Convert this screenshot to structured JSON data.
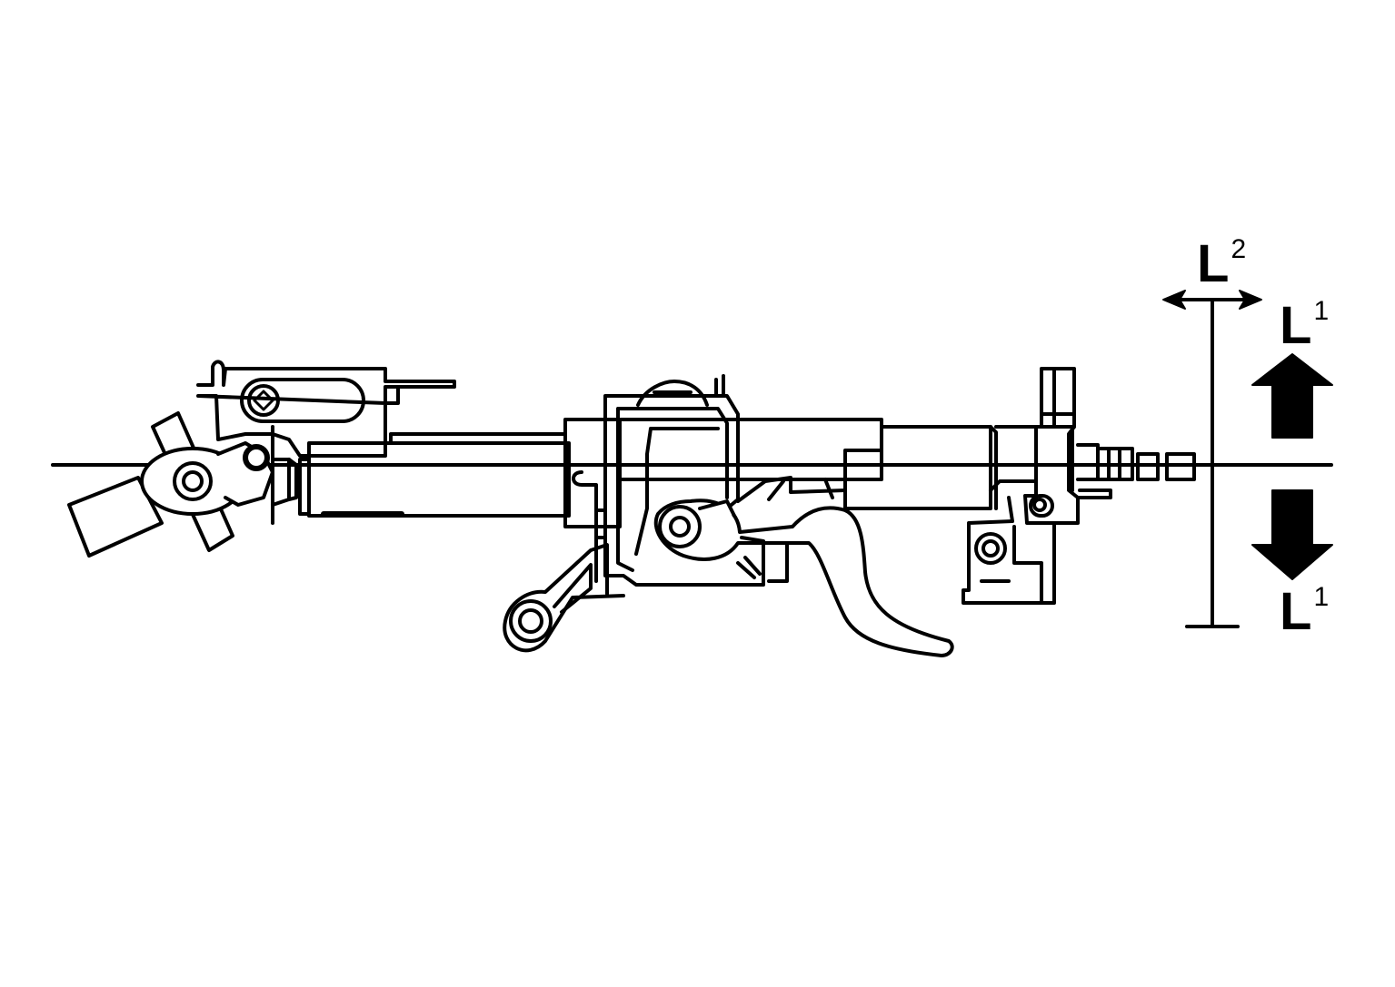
{
  "labels": {
    "l2": {
      "main": "L",
      "sup": "2"
    },
    "l1_top": {
      "main": "L",
      "sup": "1"
    },
    "l1_bottom": {
      "main": "L",
      "sup": "1"
    }
  },
  "colors": {
    "line": "#000000",
    "background": "#ffffff"
  },
  "icons": {
    "up_arrow": "up-arrow-icon",
    "down_arrow": "down-arrow-icon",
    "horizontal_double_arrow": "double-arrow-icon"
  }
}
